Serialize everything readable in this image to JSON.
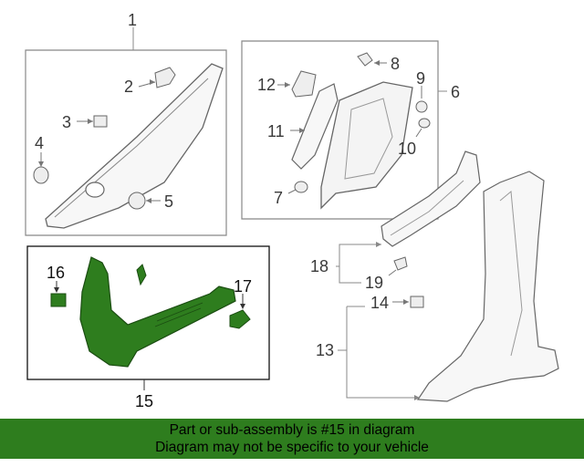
{
  "callouts": {
    "c1": "1",
    "c2": "2",
    "c3": "3",
    "c4": "4",
    "c5": "5",
    "c6": "6",
    "c7": "7",
    "c8": "8",
    "c9": "9",
    "c10": "10",
    "c11": "11",
    "c12": "12",
    "c13": "13",
    "c14": "14",
    "c15": "15",
    "c16": "16",
    "c17": "17",
    "c18": "18",
    "c19": "19"
  },
  "banner": {
    "line1": "Part or sub-assembly is #15 in diagram",
    "line2": "Diagram may not be specific to your vehicle"
  },
  "colors": {
    "highlight_part": "#2e7d1e",
    "banner_bg": "#2e7d1e",
    "line": "#777777"
  }
}
